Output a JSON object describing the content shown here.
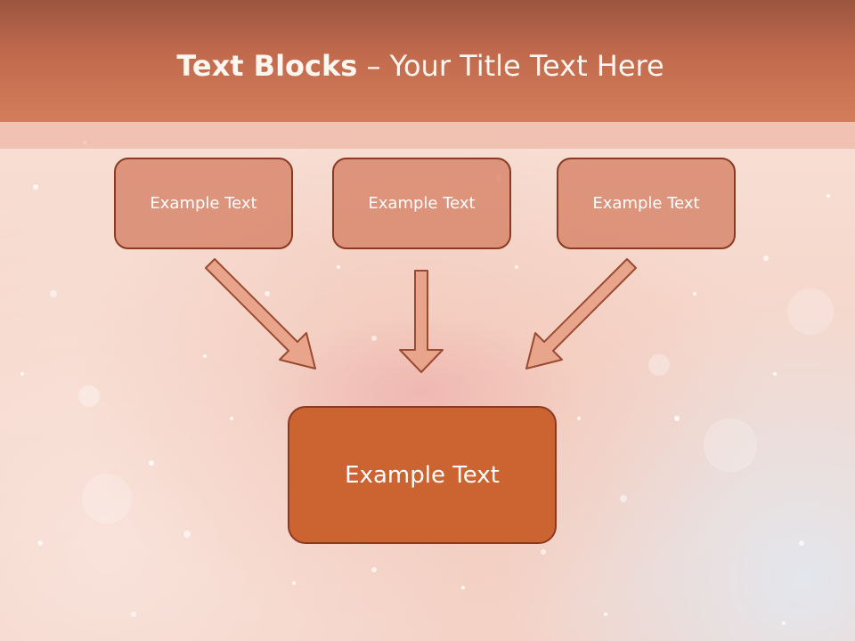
{
  "slide": {
    "title_bold": "Text Blocks",
    "title_separator": "–",
    "title_rest": "Your Title Text Here"
  },
  "blocks": {
    "top_left": "Example Text",
    "top_center": "Example Text",
    "top_right": "Example Text",
    "bottom": "Example Text"
  },
  "colors": {
    "header": "#c26a4d",
    "box_fill": "#d68064",
    "box_border": "#8a3a22",
    "target_fill": "#cc6431",
    "arrow_fill": "#e9a58c"
  },
  "icons": {
    "arrows": [
      "arrow-down-right-icon",
      "arrow-down-icon",
      "arrow-down-left-icon"
    ]
  }
}
